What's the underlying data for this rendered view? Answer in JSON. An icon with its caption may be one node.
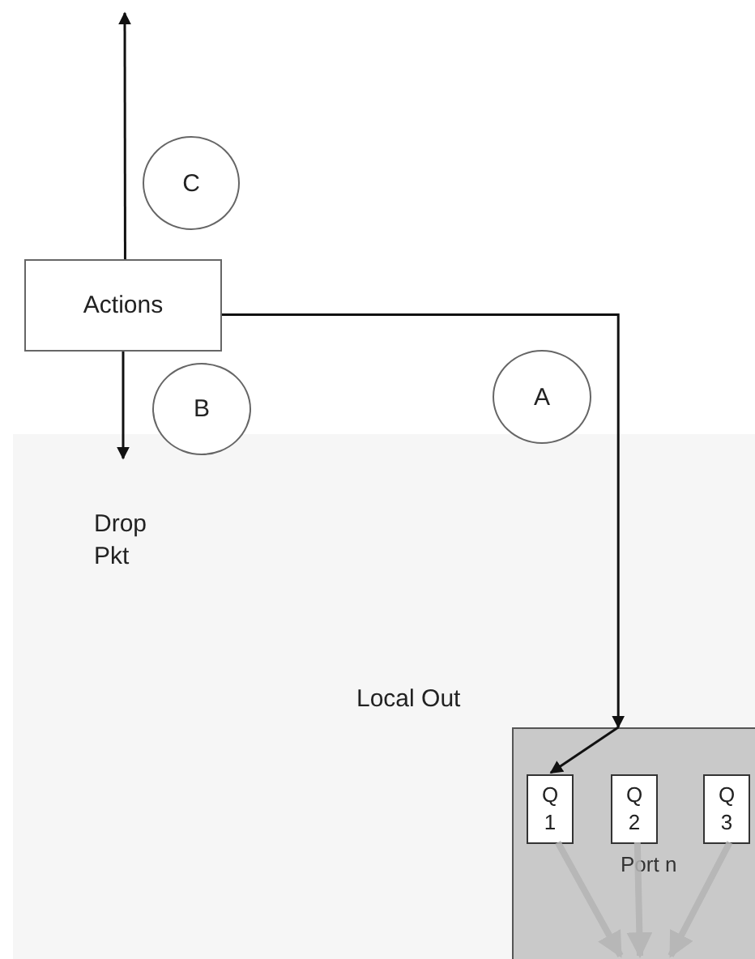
{
  "diagram": {
    "nodes": [
      {
        "text": [
          "Actions"
        ]
      },
      {
        "text": [
          "Port n"
        ]
      },
      {
        "text": [
          "Q 1"
        ],
        "in": 1
      },
      {
        "text": [
          "Q 2"
        ],
        "in": 1
      },
      {
        "text": [
          "Q 3"
        ],
        "in": 1
      }
    ],
    "edges": [
      {
        "from": 0,
        "to": null,
        "arrow": "to",
        "label": "C"
      },
      {
        "from": 0,
        "to": null,
        "arrow": "to",
        "label": "B"
      },
      {
        "from": 0,
        "to": 1,
        "arrow": "to",
        "label": "A"
      },
      {
        "from": 1,
        "to": 2,
        "arrow": "to"
      },
      {
        "from": 2,
        "to": null,
        "arrow": "to",
        "style": "thick",
        "color": "#b4b4b4"
      },
      {
        "from": 3,
        "to": null,
        "arrow": "to",
        "style": "thick",
        "color": "#b4b4b4"
      },
      {
        "from": 4,
        "to": null,
        "arrow": "to",
        "style": "thick",
        "color": "#b4b4b4"
      }
    ],
    "labels": [
      "Drop Pkt",
      "Local Out"
    ]
  }
}
